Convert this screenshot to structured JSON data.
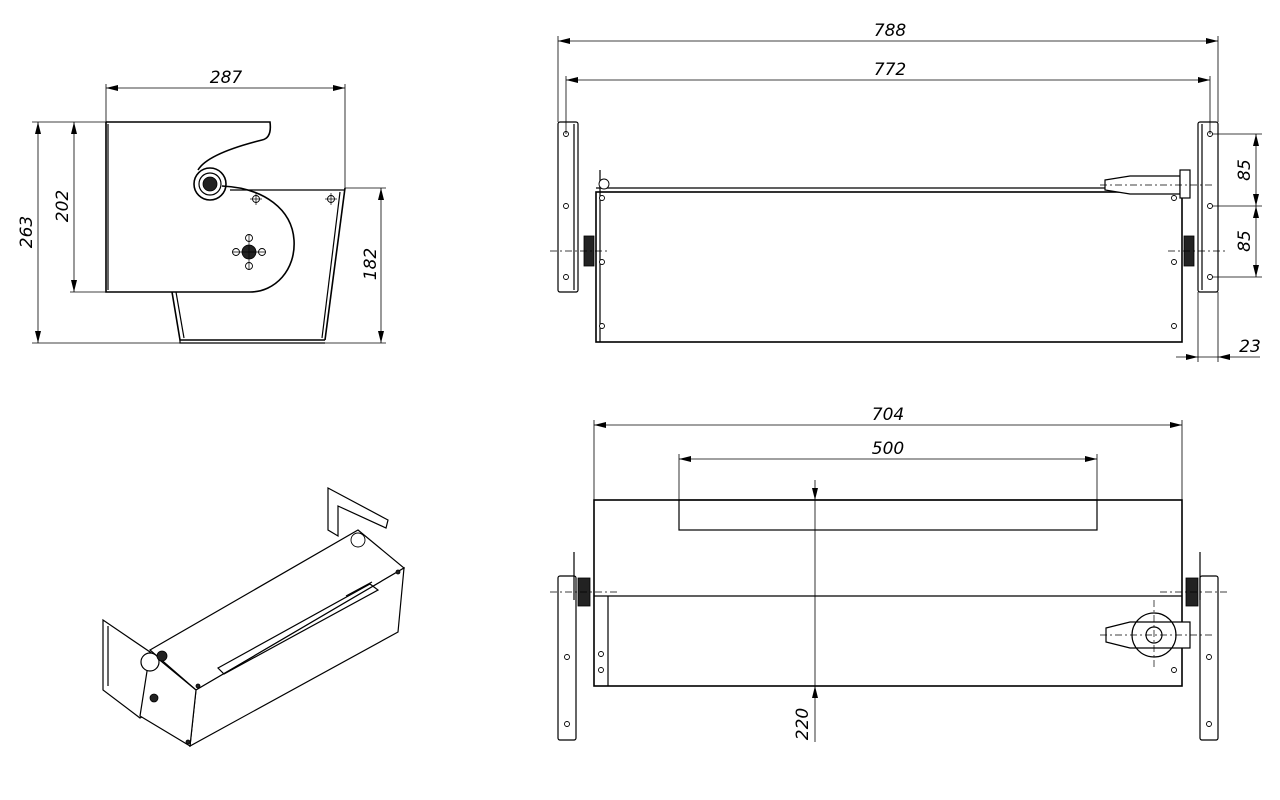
{
  "dimensions": {
    "side_width": "287",
    "side_height_total": "263",
    "side_height_inner": "202",
    "side_height_right": "182",
    "front_overall_outer": "788",
    "front_overall_inner": "772",
    "front_hole_pitch_top": "85",
    "front_hole_pitch_bottom": "85",
    "front_bracket_offset": "23",
    "top_overall": "704",
    "top_slot_length": "500",
    "top_depth": "220"
  }
}
